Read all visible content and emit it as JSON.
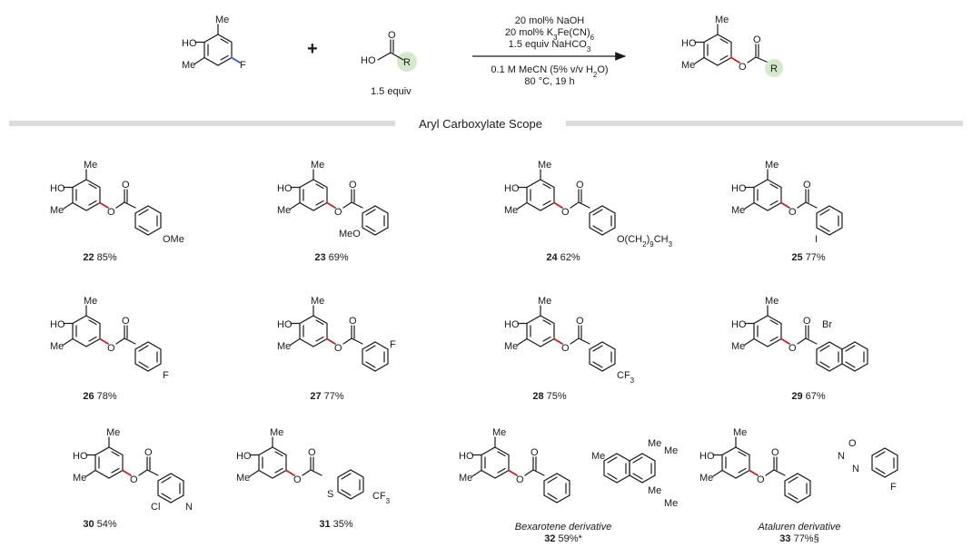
{
  "reaction": {
    "conditions": [
      "20 mol% NaOH",
      "20 mol% K3Fe(CN)6",
      "1.5 equiv NaHCO3"
    ],
    "solvent": "0.1 M MeCN (5% v/v H2O)",
    "temp_time": "80 °C, 19 h",
    "acid_equiv": "1.5 equiv",
    "plus": "+",
    "r_label": "R"
  },
  "section_title": "Aryl Carboxylate Scope",
  "atoms": {
    "HO": "HO",
    "Me": "Me",
    "F": "F",
    "O": "O",
    "OMe": "OMe",
    "MeO": "MeO",
    "I": "I",
    "Br": "Br",
    "Cl": "Cl",
    "N": "N",
    "S": "S",
    "CF3": "CF3"
  },
  "compounds": [
    {
      "num": "22",
      "yield": "85%"
    },
    {
      "num": "23",
      "yield": "69%"
    },
    {
      "num": "24",
      "yield": "62%"
    },
    {
      "num": "25",
      "yield": "77%"
    },
    {
      "num": "26",
      "yield": "78%"
    },
    {
      "num": "27",
      "yield": "77%"
    },
    {
      "num": "28",
      "yield": "75%"
    },
    {
      "num": "29",
      "yield": "67%"
    },
    {
      "num": "30",
      "yield": "54%"
    },
    {
      "num": "31",
      "yield": "35%"
    },
    {
      "num": "32",
      "yield": "59%*",
      "note": "Bexarotene derivative"
    },
    {
      "num": "33",
      "yield": "77%§",
      "note": "Ataluren derivative"
    }
  ],
  "subst_24": "O(CH2)9CH3"
}
